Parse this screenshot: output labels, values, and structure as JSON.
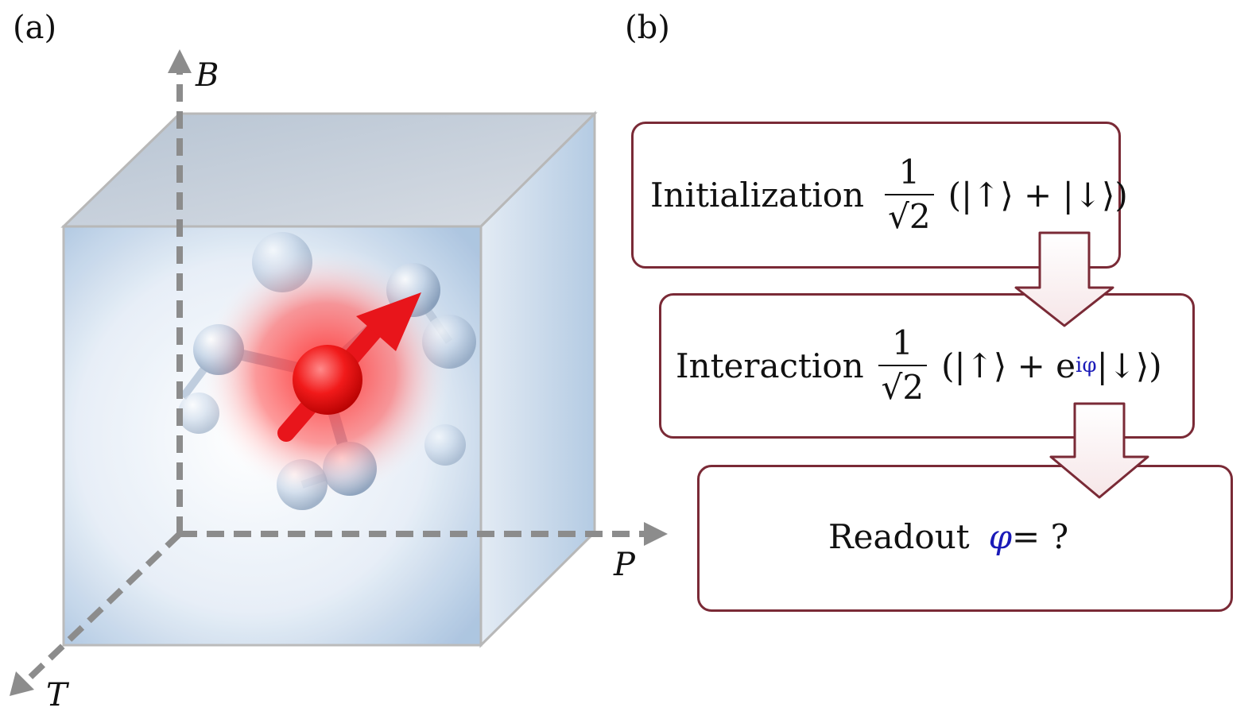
{
  "panels": {
    "a": "(a)",
    "b": "(b)"
  },
  "axes": {
    "b": "B",
    "p": "P",
    "t": "T"
  },
  "steps": {
    "init": {
      "label": "Initialization",
      "num": "1",
      "den": "√2",
      "state": "(|↑⟩ + |↓⟩)"
    },
    "interaction": {
      "label": "Interaction",
      "num": "1",
      "den": "√2",
      "state_pre": "(|↑⟩ + e",
      "sup_i": "iφ",
      "state_post": "|↓⟩)"
    },
    "readout": {
      "label": "Readout",
      "var": "φ",
      "eq": " = ?"
    }
  },
  "colors": {
    "box_border": "#7a2a36",
    "axis": "#8c8c8c",
    "phase": "#1a1ab8",
    "spin": "#e8151b"
  }
}
